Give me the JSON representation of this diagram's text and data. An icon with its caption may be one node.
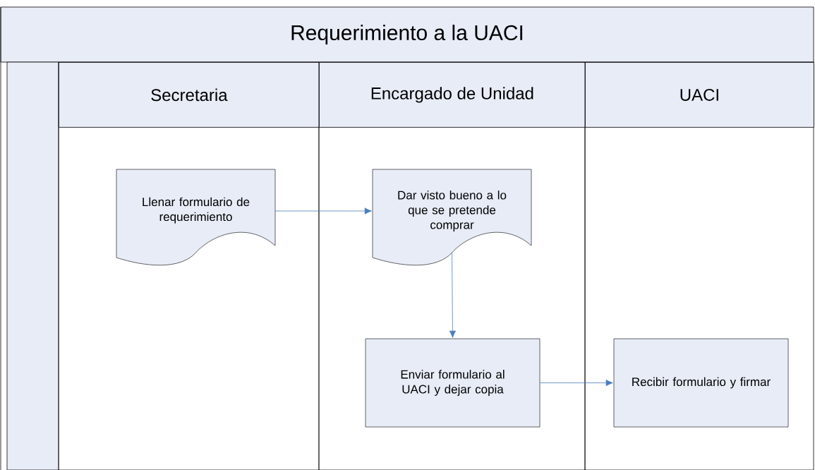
{
  "diagram": {
    "title": "Requerimiento a la UACI",
    "nodes": [
      {
        "text": [
          "Secretaria"
        ]
      },
      {
        "text": [
          "Encargado de Unidad"
        ]
      },
      {
        "text": [
          "UACI"
        ]
      },
      {
        "text": [
          "Llenar formulario de requerimiento"
        ],
        "in": 0
      },
      {
        "text": [
          "Dar visto bueno a lo que se pretende comprar"
        ],
        "in": 1
      },
      {
        "text": [
          "Enviar formulario al UACI y dejar copia"
        ],
        "in": 1
      },
      {
        "text": [
          "Recibir formulario  y firmar"
        ],
        "in": 2
      }
    ],
    "edges": [
      {
        "from": 3,
        "to": 4,
        "arrow": "to"
      },
      {
        "from": 4,
        "to": 5,
        "arrow": "to"
      },
      {
        "from": 5,
        "to": 6,
        "arrow": "to"
      }
    ]
  }
}
